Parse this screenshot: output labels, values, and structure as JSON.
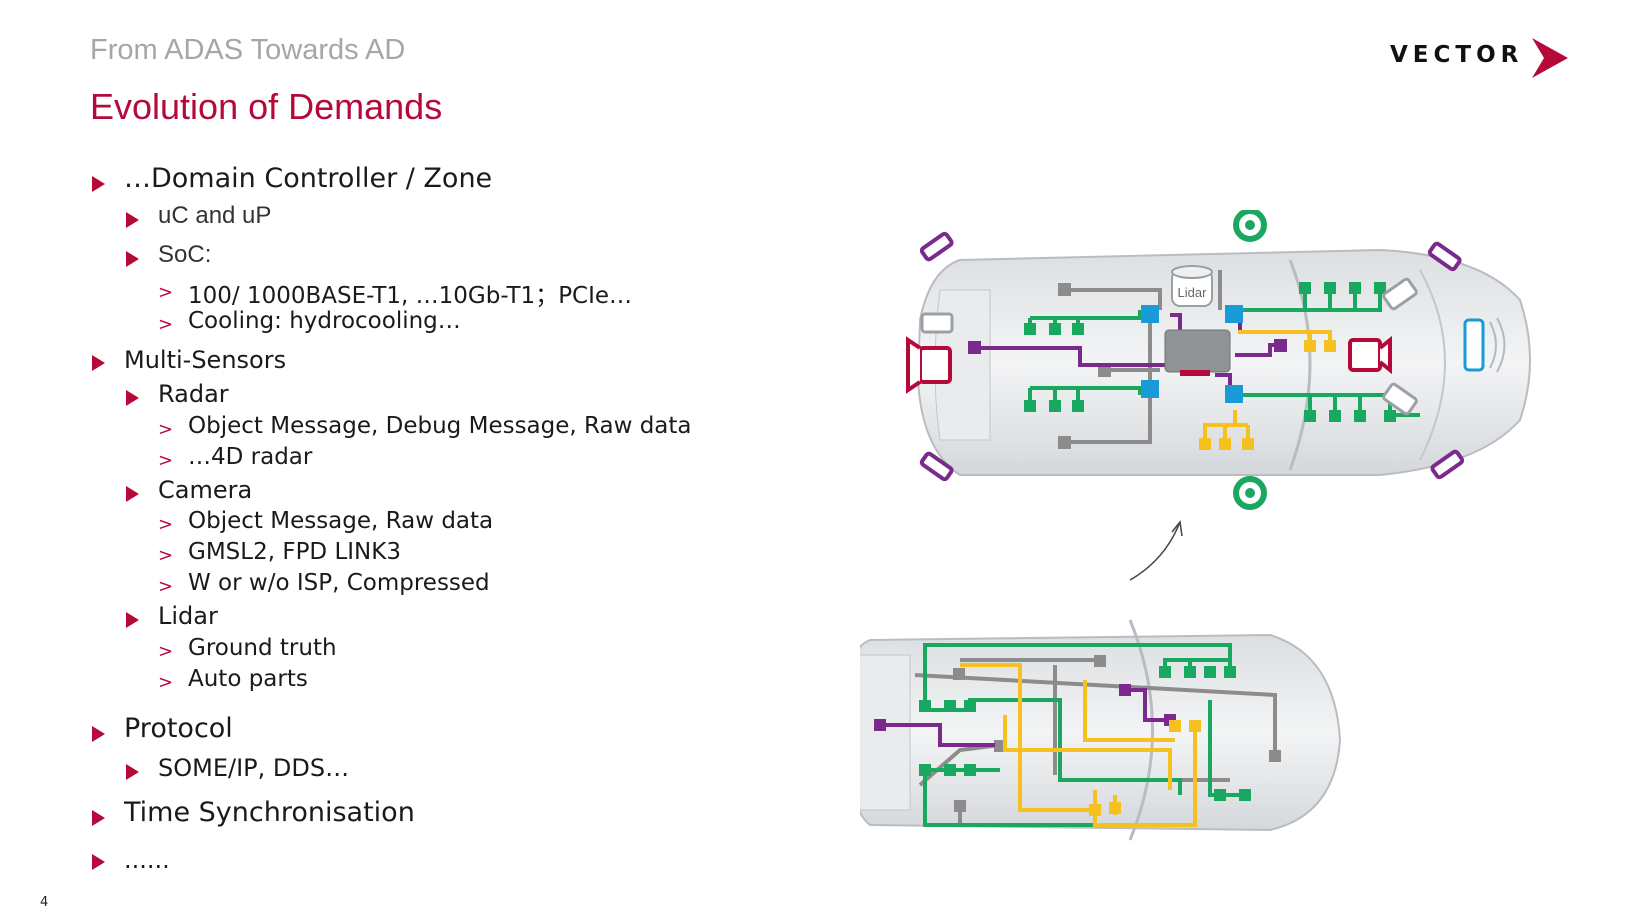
{
  "header": {
    "supertitle": "From ADAS Towards AD",
    "title": "Evolution of Demands",
    "logo_text": "VECTOR"
  },
  "page_number": "4",
  "bullets": {
    "domain": "…Domain Controller / Zone",
    "uc": "uC and uP",
    "soc": "SoC:",
    "soc_items": [
      "100/ 1000BASE-T1, …10Gb-T1；PCIe…",
      "Cooling: hydrocooling…"
    ],
    "multi": "Multi-Sensors",
    "radar": "Radar",
    "radar_items": [
      "Object Message, Debug Message, Raw data",
      "…4D radar"
    ],
    "camera": "Camera",
    "camera_items": [
      "Object Message, Raw data",
      "GMSL2, FPD LINK3",
      "W or w/o ISP, Compressed"
    ],
    "lidar": "Lidar",
    "lidar_items": [
      "Ground truth",
      "Auto parts"
    ],
    "protocol": "Protocol",
    "protocol_items": [
      "SOME/IP, DDS…"
    ],
    "timesync": "Time Synchronisation",
    "more": "......"
  },
  "diagram": {
    "lidar_label": "Lidar"
  },
  "colors": {
    "accent": "#b5093a",
    "green": "#1aa860",
    "purple": "#7a2a8c",
    "yellow": "#f5c020",
    "blue": "#1a9ad6",
    "grey": "#8c8c8c"
  }
}
